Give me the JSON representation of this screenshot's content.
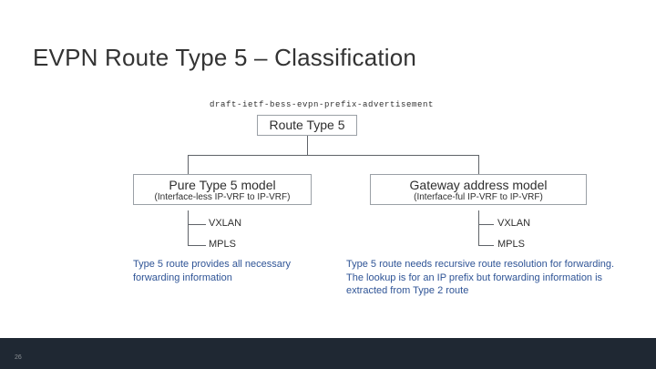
{
  "slide": {
    "title": "EVPN Route Type 5 – Classification",
    "draft_reference": "draft-ietf-bess-evpn-prefix-advertisement",
    "page_number": "26"
  },
  "tree": {
    "root": {
      "label": "Route Type 5"
    },
    "branches": [
      {
        "title": "Pure Type 5 model",
        "subtitle": "(Interface-less IP-VRF to IP-VRF)",
        "leaves": [
          "VXLAN",
          "MPLS"
        ],
        "note": "Type 5 route provides all necessary forwarding information"
      },
      {
        "title": "Gateway address model",
        "subtitle": "(Interface-ful IP-VRF to IP-VRF)",
        "leaves": [
          "VXLAN",
          "MPLS"
        ],
        "note": "Type 5 route needs recursive route resolution for forwarding. The lookup is for an IP prefix but forwarding information is extracted from Type 2 route"
      }
    ]
  },
  "colors": {
    "note_text": "#2f5496",
    "line": "#5f6368",
    "band": "#1f2833",
    "title_text": "#333333"
  }
}
